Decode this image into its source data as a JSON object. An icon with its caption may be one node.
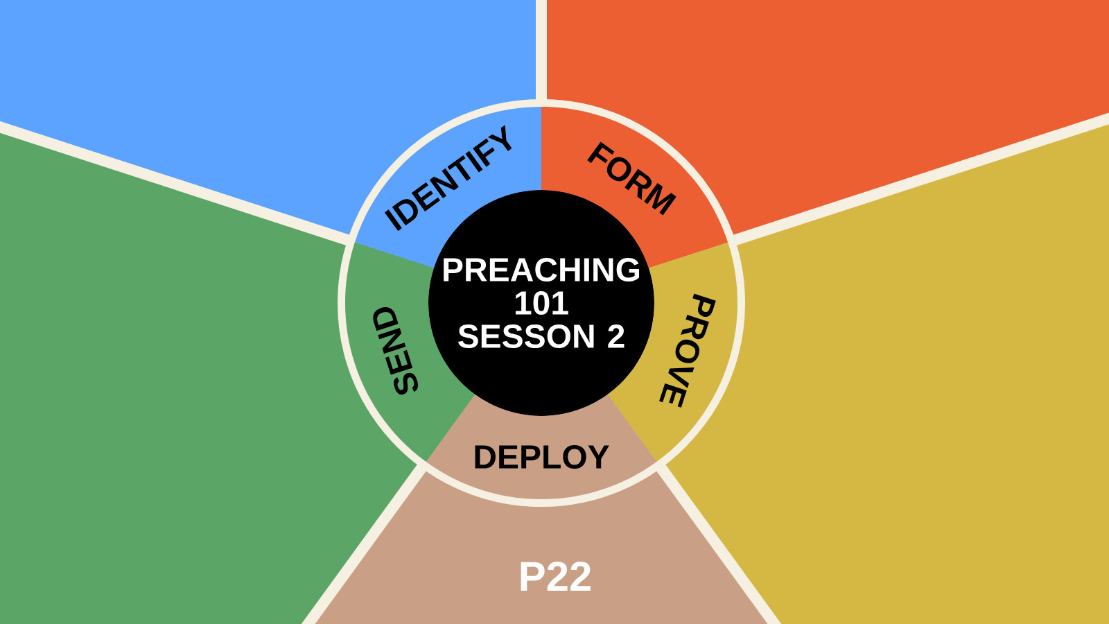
{
  "diagram": {
    "nodes": [
      {
        "text": [
          "PREACHING 101 SESSON 2"
        ]
      },
      {
        "text": [
          "IDENTIFY"
        ]
      },
      {
        "text": [
          "FORM"
        ]
      },
      {
        "text": [
          "PROVE"
        ]
      },
      {
        "text": [
          "DEPLOY"
        ]
      },
      {
        "text": [
          "SEND"
        ]
      }
    ],
    "labels": [
      "P22"
    ]
  }
}
